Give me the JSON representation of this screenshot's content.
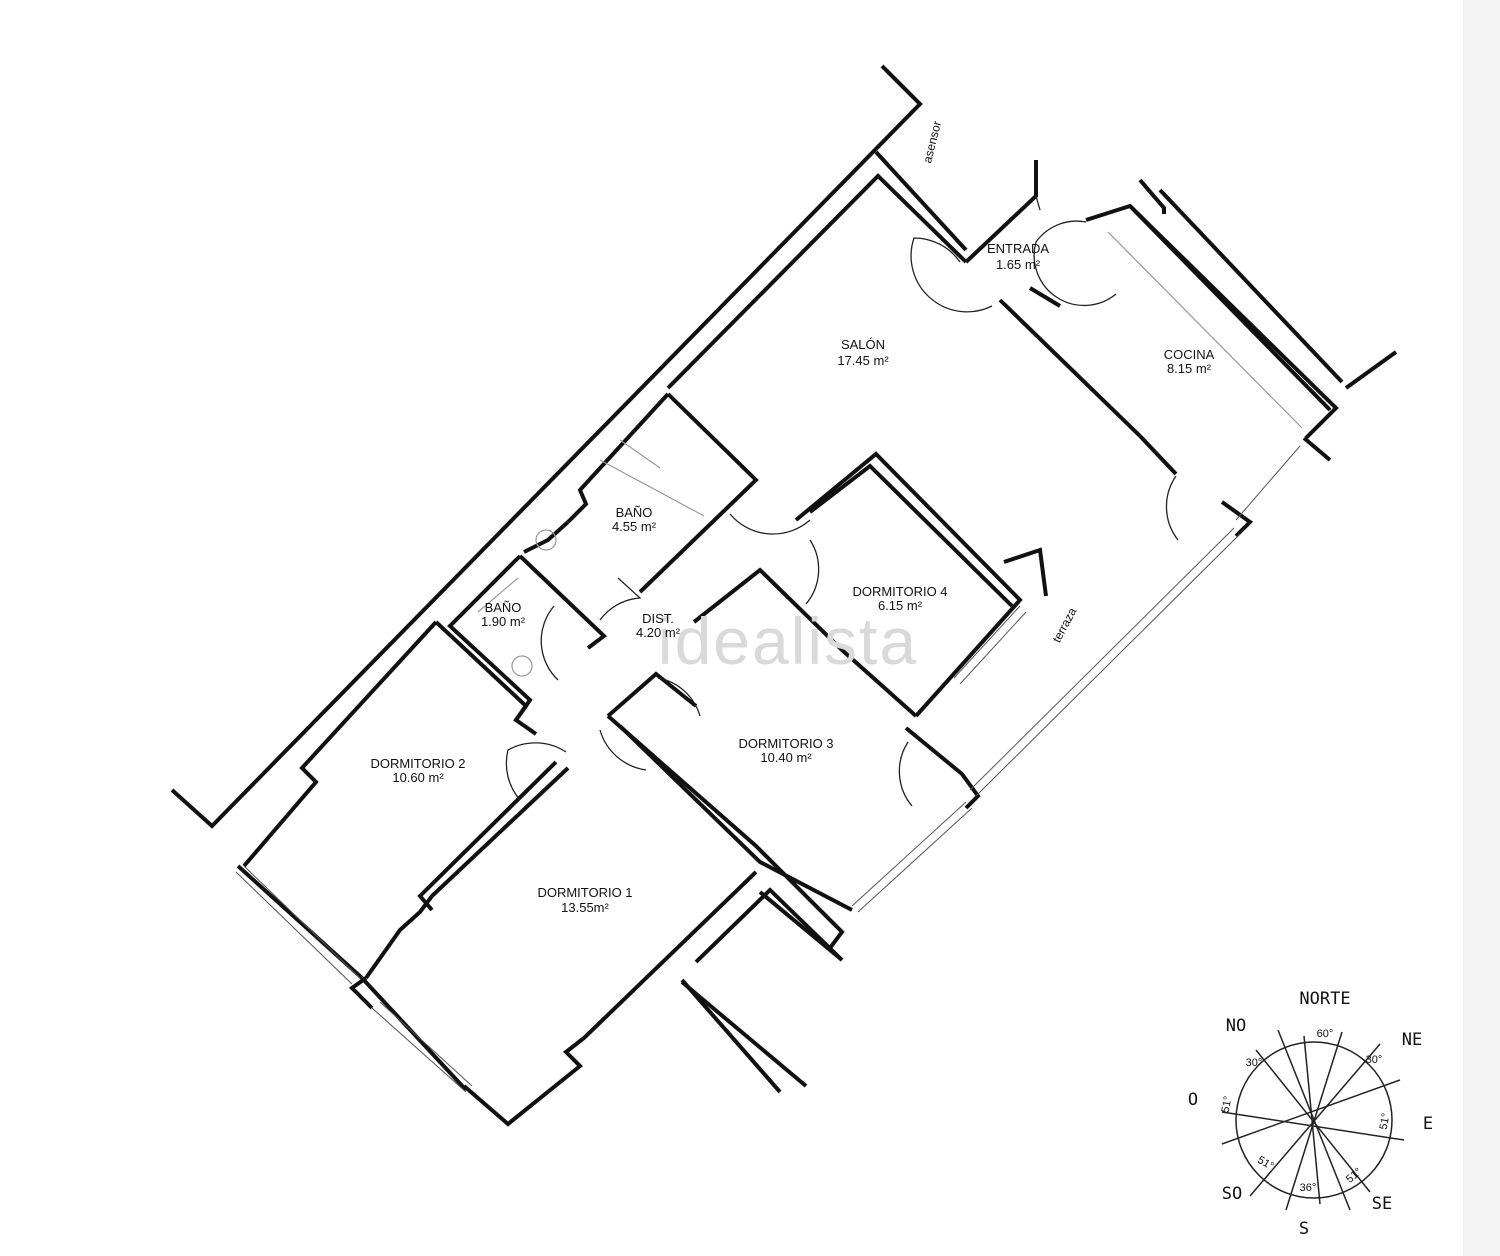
{
  "watermark": "idealista",
  "rooms": {
    "entrada": {
      "name": "ENTRADA",
      "area": "1.65 m²"
    },
    "salon": {
      "name": "SALÓN",
      "area": "17.45 m²"
    },
    "cocina": {
      "name": "COCINA",
      "area": "8.15 m²"
    },
    "bano_1": {
      "name": "BAÑO",
      "area": "4.55 m²"
    },
    "bano_2": {
      "name": "BAÑO",
      "area": "1.90 m²"
    },
    "dist": {
      "name": "DIST.",
      "area": "4.20 m²"
    },
    "dormitorio_4": {
      "name": "DORMITORIO 4",
      "area": "6.15 m²"
    },
    "dormitorio_3": {
      "name": "DORMITORIO 3",
      "area": "10.40 m²"
    },
    "dormitorio_2": {
      "name": "DORMITORIO 2",
      "area": "10.60 m²"
    },
    "dormitorio_1": {
      "name": "DORMITORIO 1",
      "area": "13.55m²"
    }
  },
  "labels": {
    "asensor": "asensor",
    "terraza": "terraza"
  },
  "compass": {
    "directions": {
      "n": "NORTE",
      "ne": "NE",
      "e": "E",
      "se": "SE",
      "s": "S",
      "so": "SO",
      "o": "O",
      "no": "NO"
    },
    "angles": {
      "top": "60°",
      "top_left": "30°",
      "top_right": "30°",
      "left": "51°",
      "right": "51°",
      "bottom_left": "51°",
      "bottom_right": "51°",
      "bottom": "36°"
    }
  }
}
